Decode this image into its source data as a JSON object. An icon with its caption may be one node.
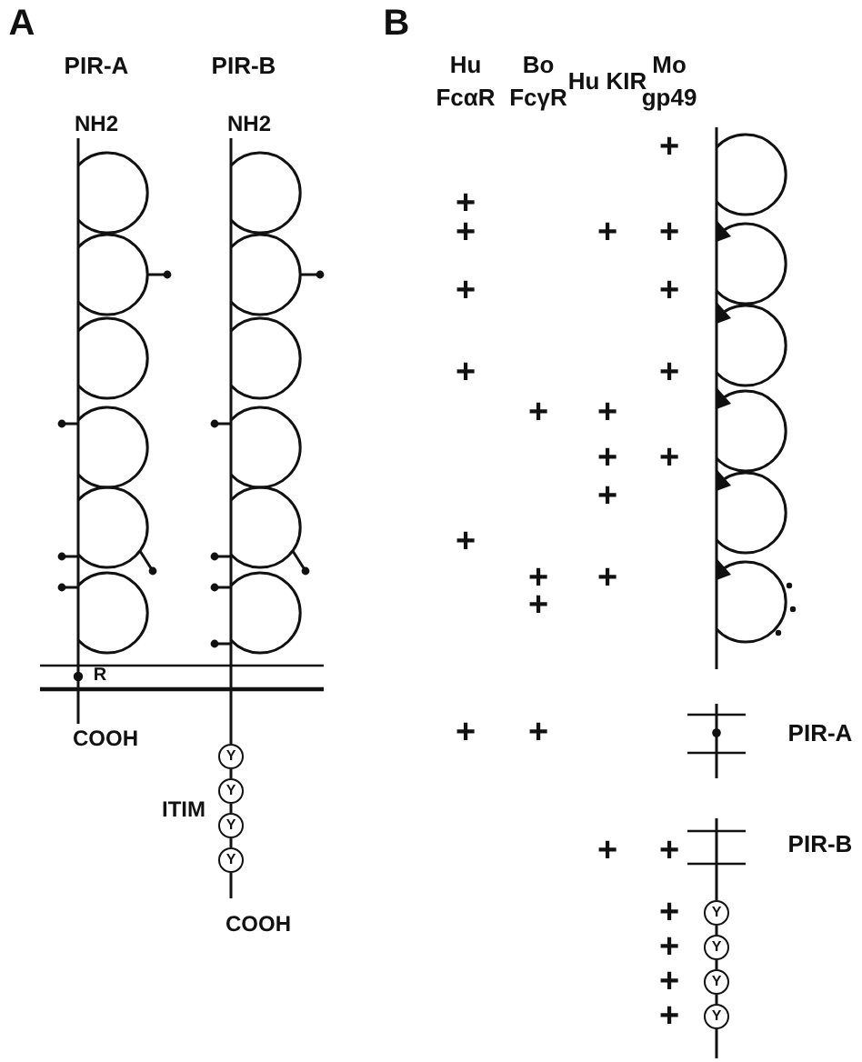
{
  "diagram": {
    "nodes": [
      {
        "text": [
          "Y"
        ]
      },
      {
        "text": [
          "Y"
        ]
      },
      {
        "text": [
          "Y"
        ]
      },
      {
        "text": [
          "Y"
        ]
      },
      {
        "text": [
          "Y"
        ]
      },
      {
        "text": [
          "Y"
        ]
      },
      {
        "text": [
          "Y"
        ]
      },
      {
        "text": [
          "Y"
        ]
      }
    ],
    "edges": [
      {
        "from": 0,
        "to": 1,
        "arrow": "none"
      },
      {
        "from": 1,
        "to": 2,
        "arrow": "none"
      },
      {
        "from": 2,
        "to": 3,
        "arrow": "none"
      },
      {
        "from": 4,
        "to": 5,
        "arrow": "none"
      },
      {
        "from": 5,
        "to": 6,
        "arrow": "none"
      },
      {
        "from": 6,
        "to": 7,
        "arrow": "none"
      }
    ],
    "labels": [
      "A",
      "B",
      "PIR-A",
      "PIR-B",
      "Hu FcαR",
      "Bo FcγR",
      "Hu KIR",
      "Mo gp49",
      "NH2",
      "NH2",
      "+",
      "+",
      "+",
      "+",
      "+",
      "+",
      "+",
      "+",
      "+",
      "+",
      "+",
      "+",
      "+",
      "+",
      "+",
      "+",
      "+",
      "+",
      "R",
      "COOH",
      "+",
      "+",
      "PIR-A",
      "ITIM",
      "+",
      "+",
      "PIR-B",
      "COOH",
      "+",
      "+",
      "+",
      "+"
    ]
  }
}
